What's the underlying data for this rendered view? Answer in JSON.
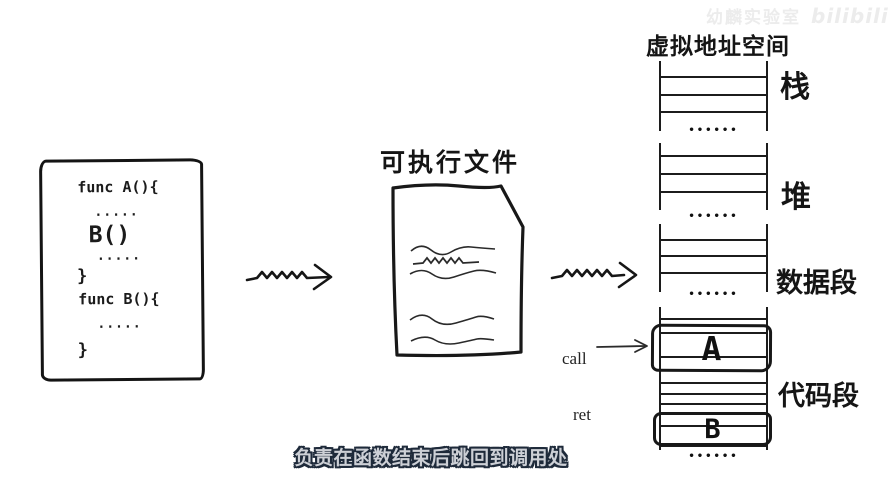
{
  "watermark": {
    "channel": "幼麟实验室",
    "platform": "bilibili"
  },
  "source_code": {
    "lines": [
      "func A(){",
      "·····",
      "B()",
      "·····",
      "}",
      "func B(){",
      "·····",
      "}"
    ]
  },
  "executable": {
    "label": "可执行文件"
  },
  "memory": {
    "title": "虚拟地址空间",
    "segments": [
      {
        "label": "栈"
      },
      {
        "label": "堆"
      },
      {
        "label": "数据段"
      },
      {
        "label": "代码段"
      }
    ],
    "ellipsis": "••••••",
    "code_blocks": [
      {
        "label": "A"
      },
      {
        "label": "B"
      }
    ]
  },
  "annotations": {
    "call": "call",
    "ret": "ret"
  },
  "subtitle": {
    "text": "负责在函数结束后跳回到调用处"
  },
  "colors": {
    "background": "#ffffff",
    "ink": "#1c1c1c",
    "subtitle_fill": "#cdd0d6",
    "subtitle_outline": "#1e2a3a",
    "watermark": "#ececec"
  }
}
